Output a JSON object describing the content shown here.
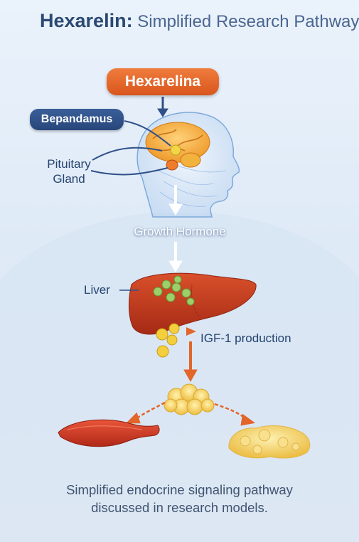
{
  "title": {
    "bold": "Hexarelin:",
    "rest": " Simplified Research Pathway"
  },
  "labels": {
    "hexarelin": "Hexarelina",
    "hypothalamus": "Bepandamus",
    "pituitary_line1": "Pituitary",
    "pituitary_line2": "Gland",
    "growth_hormone": "Growth Hormone",
    "liver": "Liver",
    "igf": "IGF-1 production"
  },
  "caption": {
    "line1": "Simplified endocrine signaling pathway",
    "line2": "discussed in research models."
  },
  "colors": {
    "title": "#2b4a72",
    "pill_orange": "#e2652a",
    "pill_blue": "#2f5089",
    "arrow_blue": "#2f5089",
    "arrow_orange": "#e2652a",
    "liver": "#c0391e",
    "muscle": "#cf3a22",
    "fat": "#f3c64a"
  }
}
